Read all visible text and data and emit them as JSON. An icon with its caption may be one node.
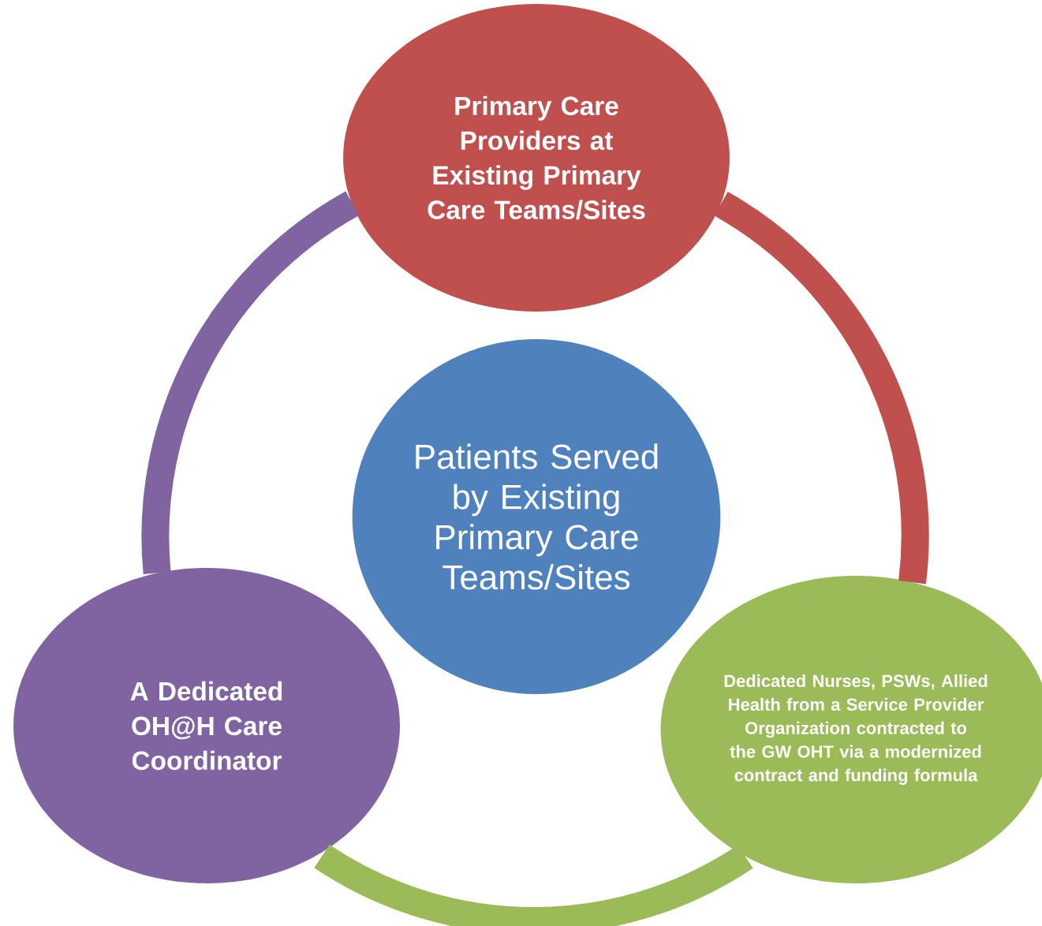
{
  "diagram": {
    "nodes": [
      {
        "text": [
          "Primary Care Providers at Existing Primary Care Teams/Sites"
        ]
      },
      {
        "text": [
          "Patients Served by Existing Primary Care Teams/Sites"
        ]
      },
      {
        "text": [
          "A Dedicated OH@H Care Coordinator"
        ]
      },
      {
        "text": [
          "Dedicated Nurses, PSWs, Allied Health from a Service Provider Organization contracted to the GW OHT via a modernized contract and funding formula"
        ]
      }
    ],
    "edges": [
      {
        "from": 0,
        "to": 3,
        "arrow": "none",
        "color": "#c0504d"
      },
      {
        "from": 3,
        "to": 2,
        "arrow": "none",
        "color": "#9bbb59"
      },
      {
        "from": 2,
        "to": 0,
        "arrow": "none",
        "color": "#8064a2"
      }
    ]
  }
}
